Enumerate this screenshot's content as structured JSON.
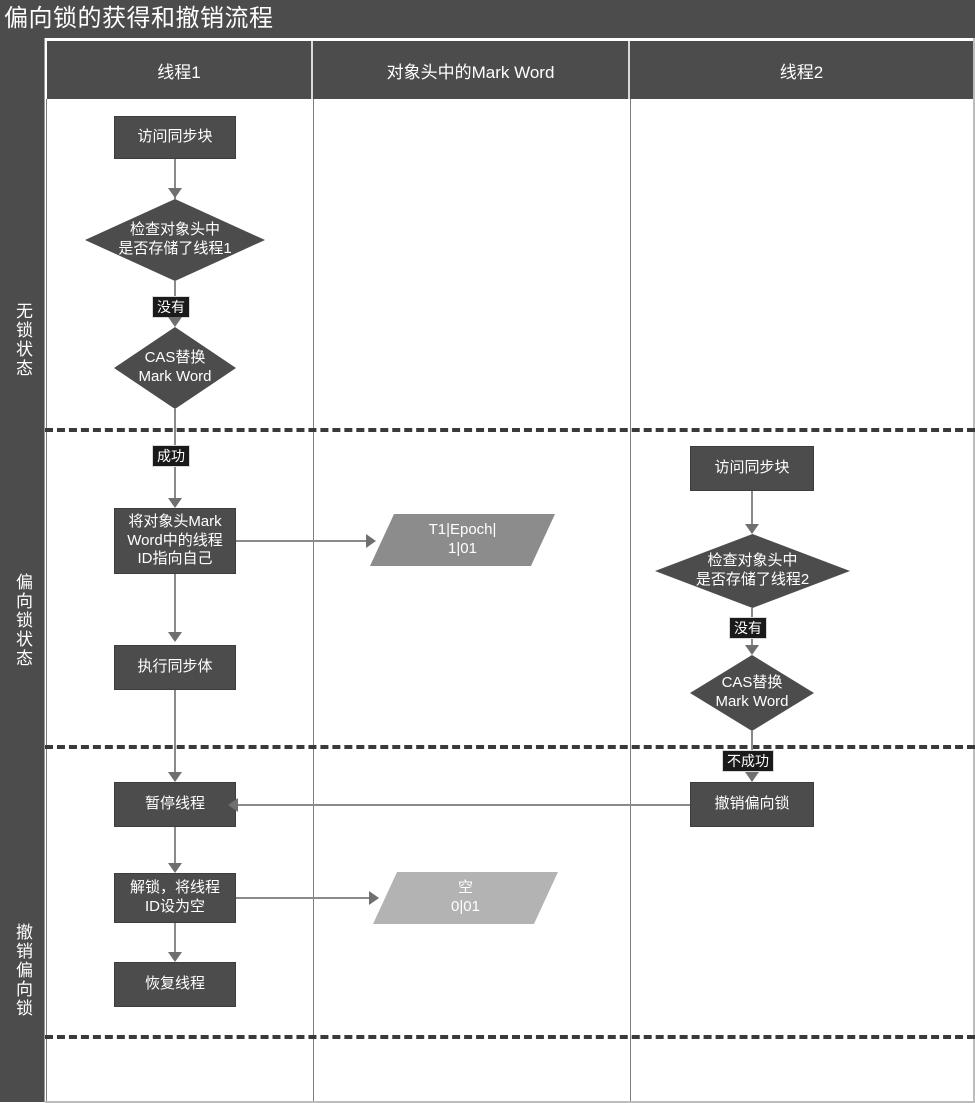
{
  "title": "偏向锁的获得和撤销流程",
  "lanes": {
    "headers": [
      {
        "label": "线程1"
      },
      {
        "label": "对象头中的Mark Word"
      },
      {
        "label": "线程2"
      }
    ]
  },
  "phases": [
    {
      "label": "无锁状态"
    },
    {
      "label": "偏向锁状态"
    },
    {
      "label": "撤销偏向锁"
    }
  ],
  "nodes": {
    "t1_access": "访问同步块",
    "t1_check": "检查对象头中\n是否存储了线程1",
    "t1_cas": "CAS替换\nMark Word",
    "t1_point_self": "将对象头Mark\nWord中的线程\nID指向自己",
    "t1_exec": "执行同步体",
    "t1_pause": "暂停线程",
    "t1_unlock": "解锁，将线程\nID设为空",
    "t1_resume": "恢复线程",
    "mw_biased": "T1|Epoch|\n1|01",
    "mw_empty": "空\n0|01",
    "t2_access": "访问同步块",
    "t2_check": "检查对象头中\n是否存储了线程2",
    "t2_cas": "CAS替换\nMark Word",
    "t2_revoke": "撤销偏向锁"
  },
  "edge_labels": {
    "t1_none": "没有",
    "t1_success": "成功",
    "t2_none": "没有",
    "t2_fail": "不成功"
  },
  "colors": {
    "header_bg": "#4c4c4c",
    "node_fill": "#4c4c4c",
    "node_text": "#ffffff",
    "data_fill_dark": "#8c8c8c",
    "data_fill_light": "#b3b3b3",
    "connector": "#8a8a8a",
    "label_bg": "#1a1a1a",
    "divider": "#7d7d7d",
    "page_bg": "#ffffff"
  }
}
